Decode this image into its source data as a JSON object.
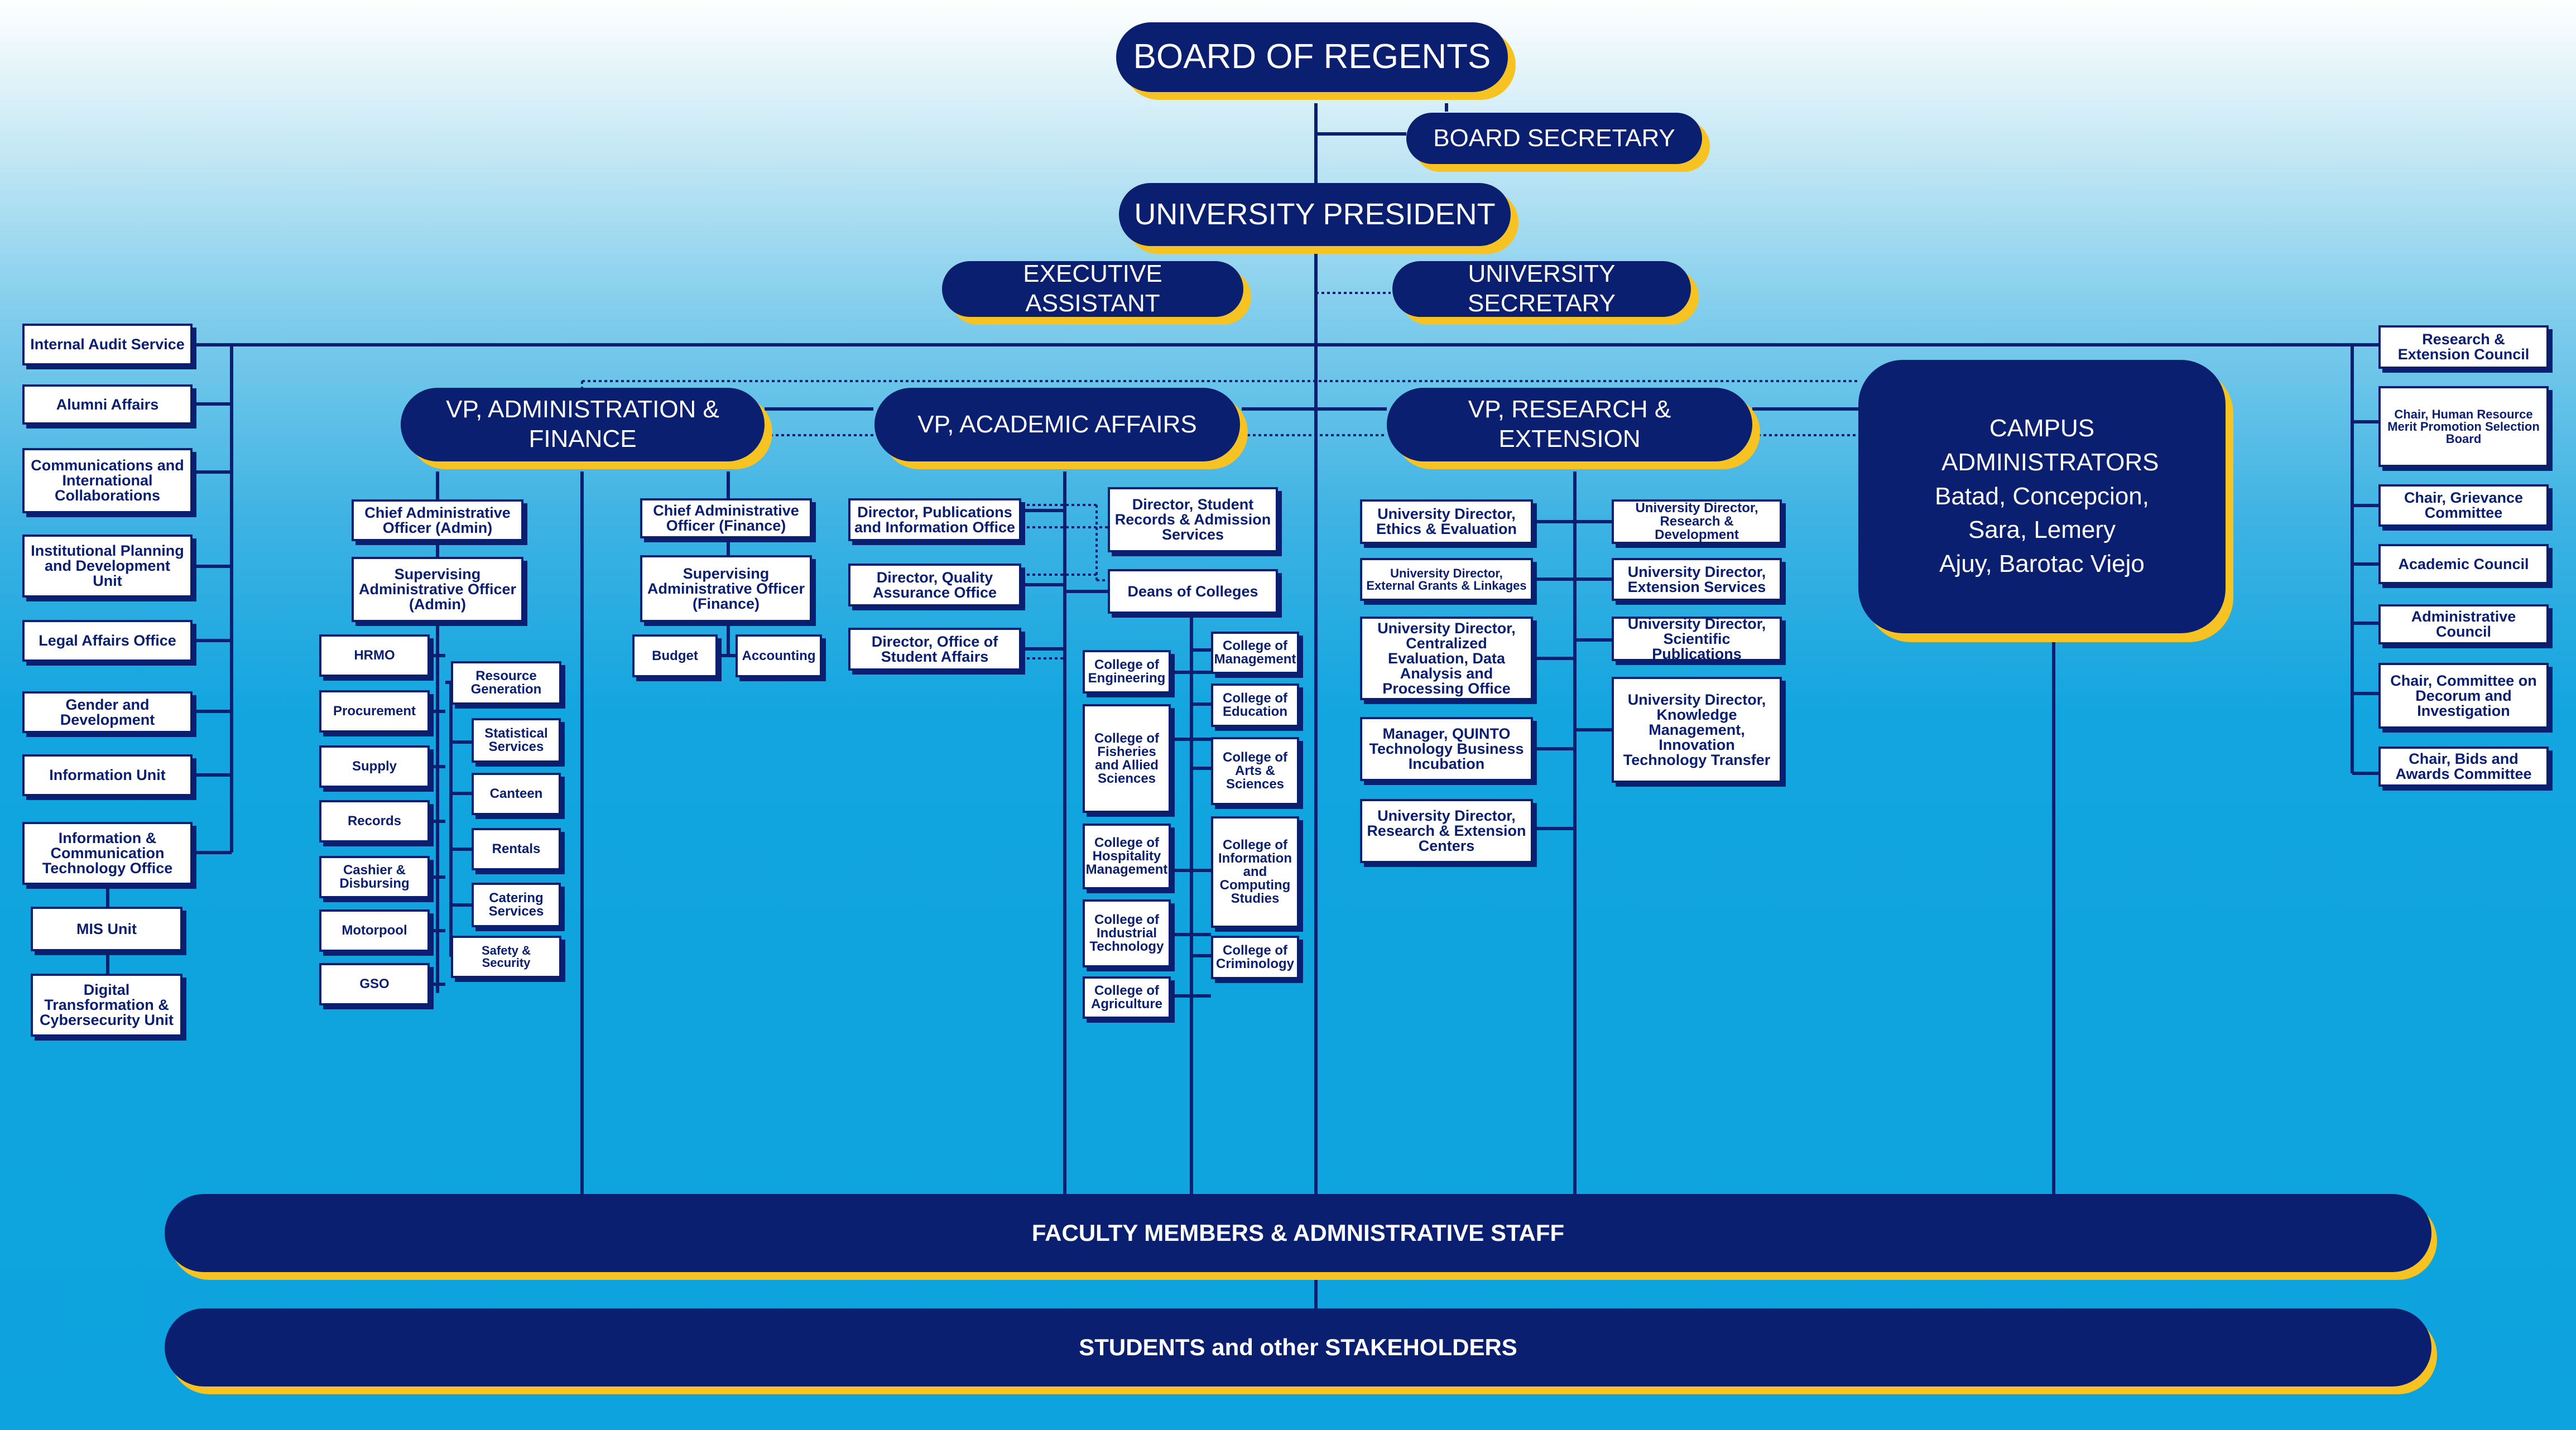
{
  "top": {
    "board_of_regents": "BOARD OF REGENTS",
    "board_secretary": "BOARD SECRETARY",
    "university_president": "UNIVERSITY PRESIDENT",
    "executive_assistant": "EXECUTIVE ASSISTANT",
    "university_secretary": "UNIVERSITY SECRETARY"
  },
  "vps": {
    "admin_finance": "VP, ADMINISTRATION & FINANCE",
    "academic_affairs": "VP, ACADEMIC AFFAIRS",
    "research_extension": "VP, RESEARCH & EXTENSION"
  },
  "campus": {
    "title": "CAMPUS ADMINISTRATORS",
    "line1": "Batad, Concepcion,",
    "line2": "Sara, Lemery",
    "line3": "Ajuy, Barotac Viejo"
  },
  "left_offices": [
    "Internal Audit Service",
    "Alumni Affairs",
    "Communications and International Collaborations",
    "Institutional Planning and Development Unit",
    "Legal Affairs Office",
    "Gender and Development",
    "Information Unit",
    "Information & Communication Technology Office",
    "MIS Unit",
    "Digital Transformation & Cybersecurity Unit"
  ],
  "right_offices": [
    "Research & Extension Council",
    "Chair, Human Resource Merit Promotion Selection Board",
    "Chair, Grievance Committee",
    "Academic Council",
    "Administrative Council",
    "Chair, Committee on Decorum and Investigation",
    "Chair, Bids and Awards Committee"
  ],
  "admin": {
    "cao_admin": "Chief Administrative Officer (Admin)",
    "sao_admin": "Supervising Administrative Officer (Admin)",
    "cao_finance": "Chief Administrative Officer (Finance)",
    "sao_finance": "Supervising Administrative Officer (Finance)",
    "budget": "Budget",
    "accounting": "Accounting",
    "units_left": [
      "HRMO",
      "Procurement",
      "Supply",
      "Records",
      "Cashier & Disbursing",
      "Motorpool",
      "GSO"
    ],
    "units_right": [
      "Resource Generation",
      "Statistical Services",
      "Canteen",
      "Rentals",
      "Catering Services",
      "Safety & Security"
    ]
  },
  "academic": {
    "dir_publications": "Director, Publications and Information Office",
    "dir_quality": "Director, Quality Assurance Office",
    "dir_osa": "Director, Office of Student Affairs",
    "dir_records": "Director, Student Records & Admission Services",
    "deans": "Deans of Colleges",
    "colleges_left": [
      "College of Engineering",
      "College of Fisheries and Allied Sciences",
      "College of Hospitality Management",
      "College of Industrial Technology",
      "College of Agriculture"
    ],
    "colleges_right": [
      "College of Management",
      "College of Education",
      "College of Arts & Sciences",
      "College of Information and Computing Studies",
      "College of Criminology"
    ]
  },
  "research": {
    "left": [
      "University Director, Ethics & Evaluation",
      "University Director, External Grants & Linkages",
      "University Director, Centralized Evaluation, Data Analysis and Processing Office",
      "Manager, QUINTO Technology Business Incubation",
      "University Director, Research & Extension Centers"
    ],
    "right": [
      "University Director, Research & Development",
      "University Director, Extension Services",
      "University Director, Scientific Publications",
      "University Director, Knowledge Management, Innovation Technology Transfer"
    ]
  },
  "bottom": {
    "faculty": "FACULTY MEMBERS & ADMNISTRATIVE STAFF",
    "students": "STUDENTS and other STAKEHOLDERS"
  },
  "colors": {
    "navy": "#0a1f6f",
    "gold": "#f6c322",
    "sky": "#0da3de"
  }
}
